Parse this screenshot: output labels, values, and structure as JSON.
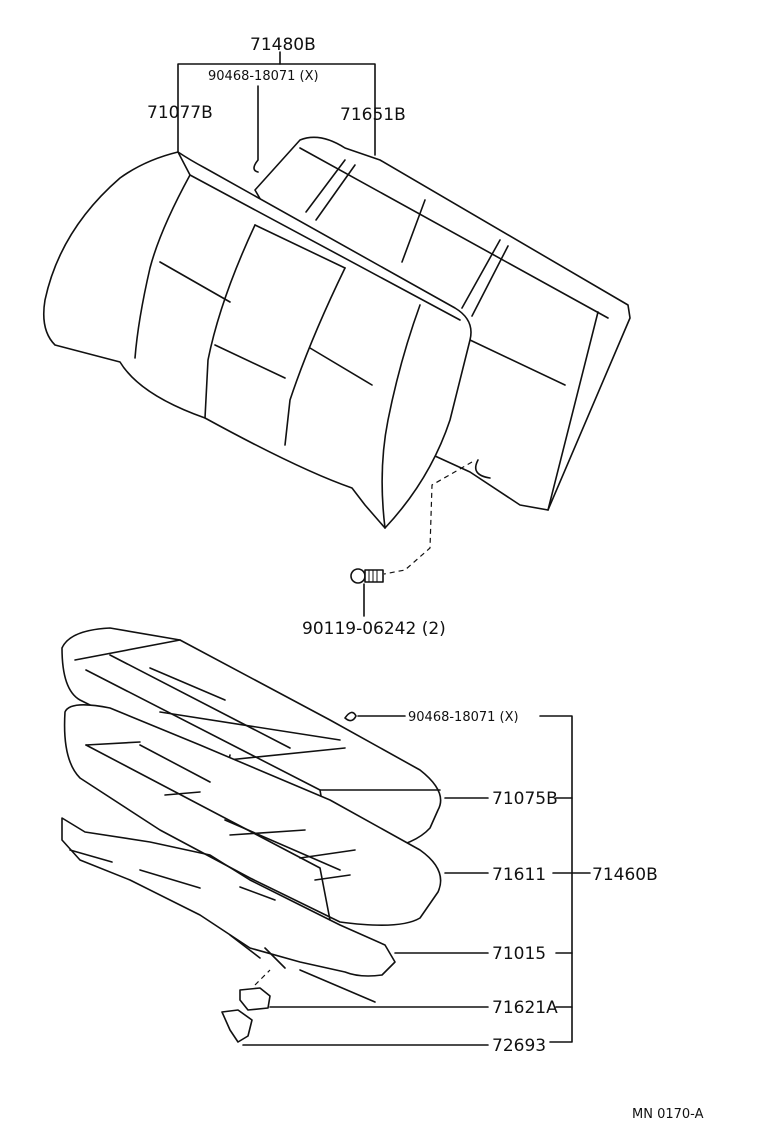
{
  "parts": {
    "back_assembly": "71480B",
    "back_clip": "90468-18071 (X)",
    "back_left_cover": "71077B",
    "back_right_pad": "71651B",
    "bolt": "90119-06242 (2)",
    "cushion_clip": "90468-18071 (X)",
    "cushion_cover": "71075B",
    "cushion_pad": "71611",
    "cushion_assembly": "71460B",
    "cushion_frame": "71015",
    "lock_striker": "71621A",
    "clip_72693": "72693"
  },
  "footer": {
    "code": "MN  0170-A"
  }
}
